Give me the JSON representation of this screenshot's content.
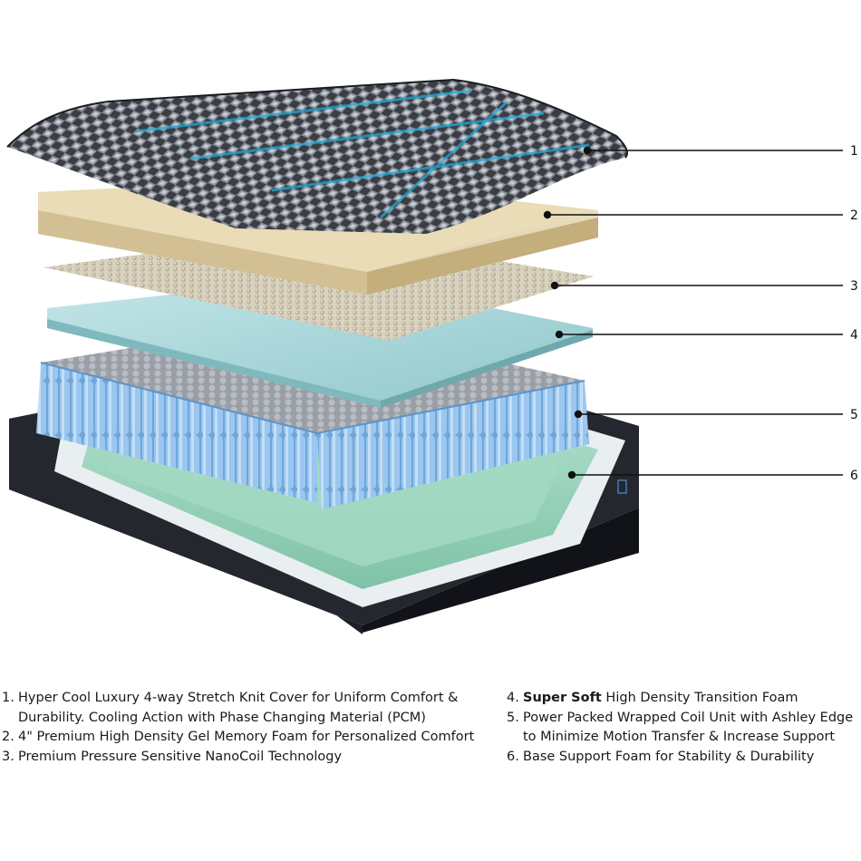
{
  "callouts": [
    "1",
    "2",
    "3",
    "4",
    "5",
    "6"
  ],
  "legend_left": [
    {
      "num": "1.",
      "text": "Hyper Cool Luxury 4-way Stretch Knit Cover for Uniform Comfort & Durability. Cooling Action with Phase Changing Material (PCM)"
    },
    {
      "num": "2.",
      "text": "4\" Premium High Density Gel Memory Foam for Personalized Comfort"
    },
    {
      "num": "3.",
      "text": "Premium Pressure Sensitive NanoCoil Technology"
    }
  ],
  "legend_right": [
    {
      "num": "4.",
      "bold": "Super Soft",
      "text": " High Density Transition Foam"
    },
    {
      "num": "5.",
      "text": "Power Packed Wrapped Coil Unit with Ashley Edge to Minimize Motion Transfer & Increase Support"
    },
    {
      "num": "6.",
      "text": "Base Support Foam for Stability & Durability"
    }
  ],
  "colors": {
    "cover_dark": "#2a2d33",
    "cover_accent": "#1fa9d6",
    "gel_foam": "#e8dcc0",
    "nanocoil": "#cfc7b3",
    "transition_foam": "#a9d8dc",
    "coils": "#7fb6e6",
    "base_foam": "#9fd6bf",
    "base_shell": "#1d1f24"
  }
}
